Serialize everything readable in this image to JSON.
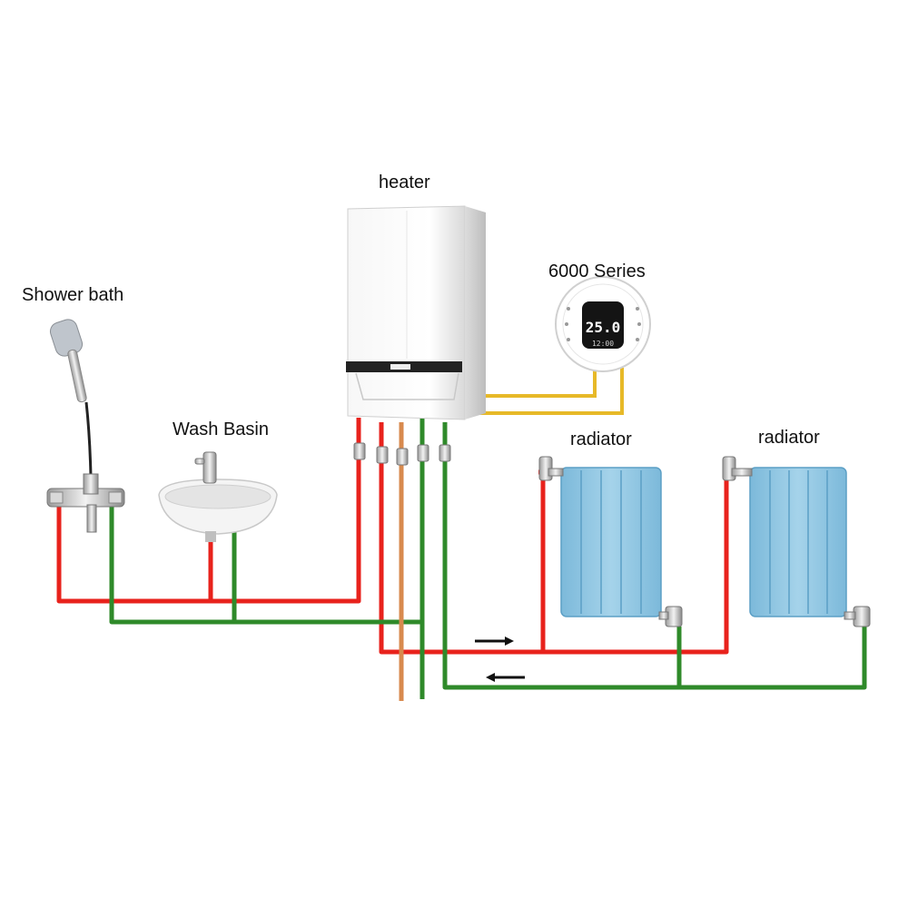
{
  "labels": {
    "heater": "heater",
    "thermostat": "6000 Series",
    "shower": "Shower bath",
    "basin": "Wash Basin",
    "radiator_1": "radiator",
    "radiator_2": "radiator"
  },
  "thermostat_display": {
    "temperature": "25.0",
    "time": "12:00"
  },
  "colors": {
    "hot_pipe": "#e8221c",
    "return_pipe": "#2f8a2a",
    "gas_pipe": "#d88a4e",
    "thermostat_wire": "#e7b928",
    "radiator_fill": "#8ec6e4",
    "radiator_edge": "#5b9fc5"
  },
  "icons": {
    "flow_arrow_right": "arrow-right-icon",
    "flow_arrow_left": "arrow-left-icon"
  }
}
